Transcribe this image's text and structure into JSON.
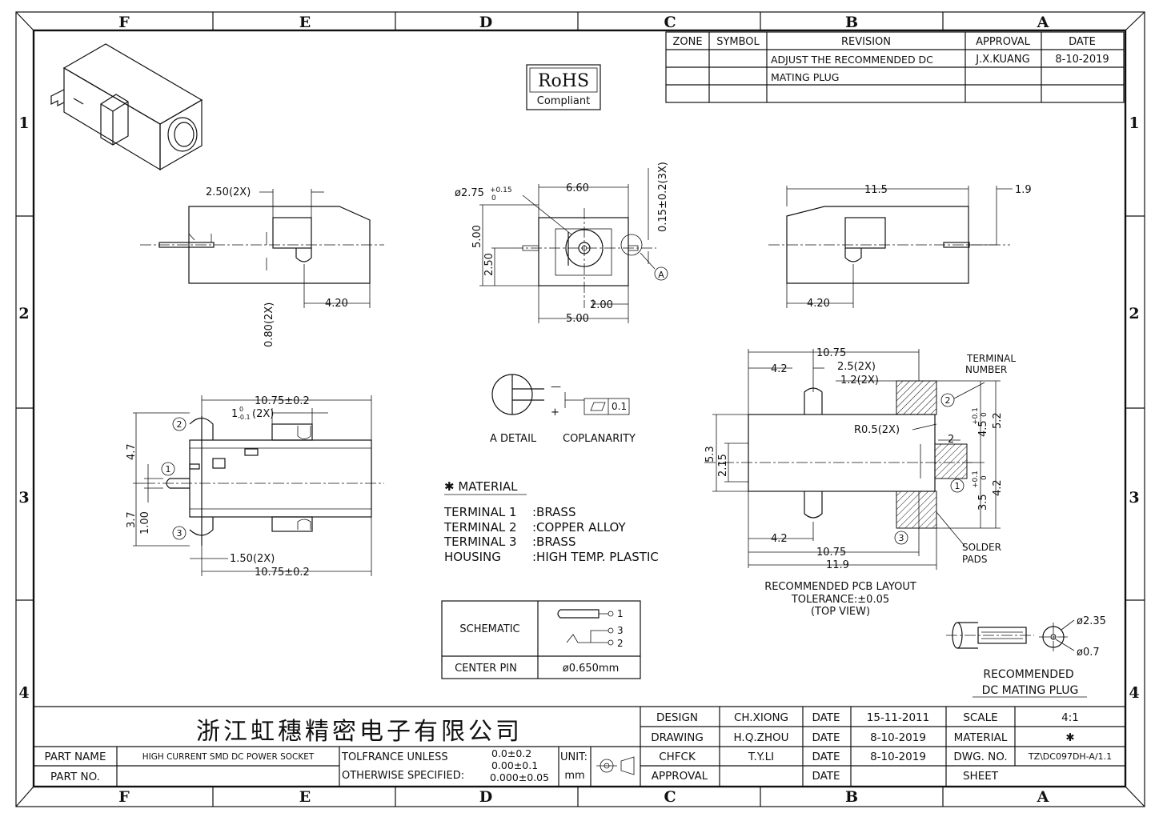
{
  "zones": {
    "columns": [
      "F",
      "E",
      "D",
      "C",
      "B",
      "A"
    ],
    "rows": [
      "1",
      "2",
      "3",
      "4"
    ]
  },
  "revision_block": {
    "headers": [
      "ZONE",
      "SYMBOL",
      "REVISION",
      "APPROVAL",
      "DATE"
    ],
    "revision_line1": "ADJUST THE RECOMMENDED DC",
    "revision_line2": "MATING PLUG",
    "approval": "J.X.KUANG",
    "date": "8-10-2019"
  },
  "rohs": {
    "title": "RoHS",
    "subtitle": "Compliant"
  },
  "top_view": {
    "dim_250": "2.50(2X)",
    "dim_080": "0.80(2X)",
    "dim_420": "4.20"
  },
  "front_view": {
    "dim_275": "ø2.75",
    "dim_275_tol_up": "+0.15",
    "dim_275_tol_dn": "0",
    "dim_660": "6.60",
    "dim_015": "0.15±0.2(3X)",
    "dim_500v": "5.00",
    "dim_250v": "2.50",
    "dim_200": "2.00",
    "dim_500h": "5.00",
    "ref_a": "A"
  },
  "side_view": {
    "dim_115": "11.5",
    "dim_19": "1.9",
    "dim_420": "4.20"
  },
  "bottom_view": {
    "dim_1075_top": "10.75±0.2",
    "dim_1_main": "1",
    "dim_1_up": "0",
    "dim_1_dn": "-0.1",
    "dim_1_2x": "(2X)",
    "dim_47": "4.7",
    "dim_37": "3.7",
    "dim_100": "1.00",
    "dim_150": "1.50(2X)",
    "dim_1075_bot": "10.75±0.2",
    "pin1": "1",
    "pin2": "2",
    "pin3": "3"
  },
  "detail": {
    "minus": "—",
    "plus": "+",
    "tol_value": "0.1",
    "label_detail": "A DETAIL",
    "label_coplanarity": "COPLANARITY"
  },
  "material": {
    "title": "✱ MATERIAL",
    "rows": [
      {
        "part": "TERMINAL 1",
        "value": ":BRASS"
      },
      {
        "part": "TERMINAL 2",
        "value": ":COPPER ALLOY"
      },
      {
        "part": "TERMINAL 3",
        "value": ":BRASS"
      },
      {
        "part": "HOUSING",
        "value": ":HIGH TEMP. PLASTIC"
      }
    ]
  },
  "schematic_table": {
    "schematic_label": "SCHEMATIC",
    "center_pin_label": "CENTER PIN",
    "center_pin_value": "ø0.650mm",
    "pins": [
      "1",
      "3",
      "2"
    ]
  },
  "pcb_layout": {
    "dim_1075_top": "10.75",
    "dim_42_top": "4.2",
    "dim_25": "2.5(2X)",
    "dim_12": "1.2(2X)",
    "terminal_number_1": "TERMINAL",
    "terminal_number_2": "NUMBER",
    "dim_r05": "R0.5(2X)",
    "dim_2": "2",
    "dim_53": "5.3",
    "dim_215": "2.15",
    "dim_45": "4.5",
    "dim_45_up": "+0.1",
    "dim_45_dn": "0",
    "dim_52": "5.2",
    "dim_35": "3.5",
    "dim_35_up": "+0.1",
    "dim_35_dn": "0",
    "dim_42r": "4.2",
    "dim_42_bot": "4.2",
    "dim_1075_bot": "10.75",
    "dim_119": "11.9",
    "solder_1": "SOLDER",
    "solder_2": "PADS",
    "pin1": "1",
    "pin2": "2",
    "pin3": "3",
    "caption_1": "RECOMMENDED PCB LAYOUT",
    "caption_2": "TOLERANCE:±0.05",
    "caption_3": "(TOP VIEW)"
  },
  "mating_plug": {
    "dim_235": "ø2.35",
    "dim_07": "ø0.7",
    "caption_1": "RECOMMENDED",
    "caption_2": "DC MATING PLUG"
  },
  "title_block": {
    "company": "浙江虹穗精密电子有限公司",
    "part_name_label": "PART NAME",
    "part_name": "HIGH CURRENT SMD DC POWER SOCKET",
    "part_no_label": "PART NO.",
    "tol_1": "TOLFRANCE UNLESS",
    "tol_2": "OTHERWISE SPECIFIED:",
    "tol_v1": "0.0±0.2",
    "tol_v2": "0.00±0.1",
    "tol_v3": "0.000±0.05",
    "unit_label": "UNIT:",
    "unit_value": "mm",
    "design_label": "DESIGN",
    "design_name": "CH.XIONG",
    "design_date": "15-11-2011",
    "drawing_label": "DRAWING",
    "drawing_name": "H.Q.ZHOU",
    "drawing_date": "8-10-2019",
    "check_label": "CHFCK",
    "check_name": "T.Y.LI",
    "check_date": "8-10-2019",
    "approval_label": "APPROVAL",
    "date_label": "DATE",
    "scale_label": "SCALE",
    "scale_value": "4:1",
    "material_label": "MATERIAL",
    "material_value": "✱",
    "dwg_label": "DWG. NO.",
    "dwg_value": "TZ\\DC097DH-A/1.1",
    "sheet_label": "SHEET"
  }
}
